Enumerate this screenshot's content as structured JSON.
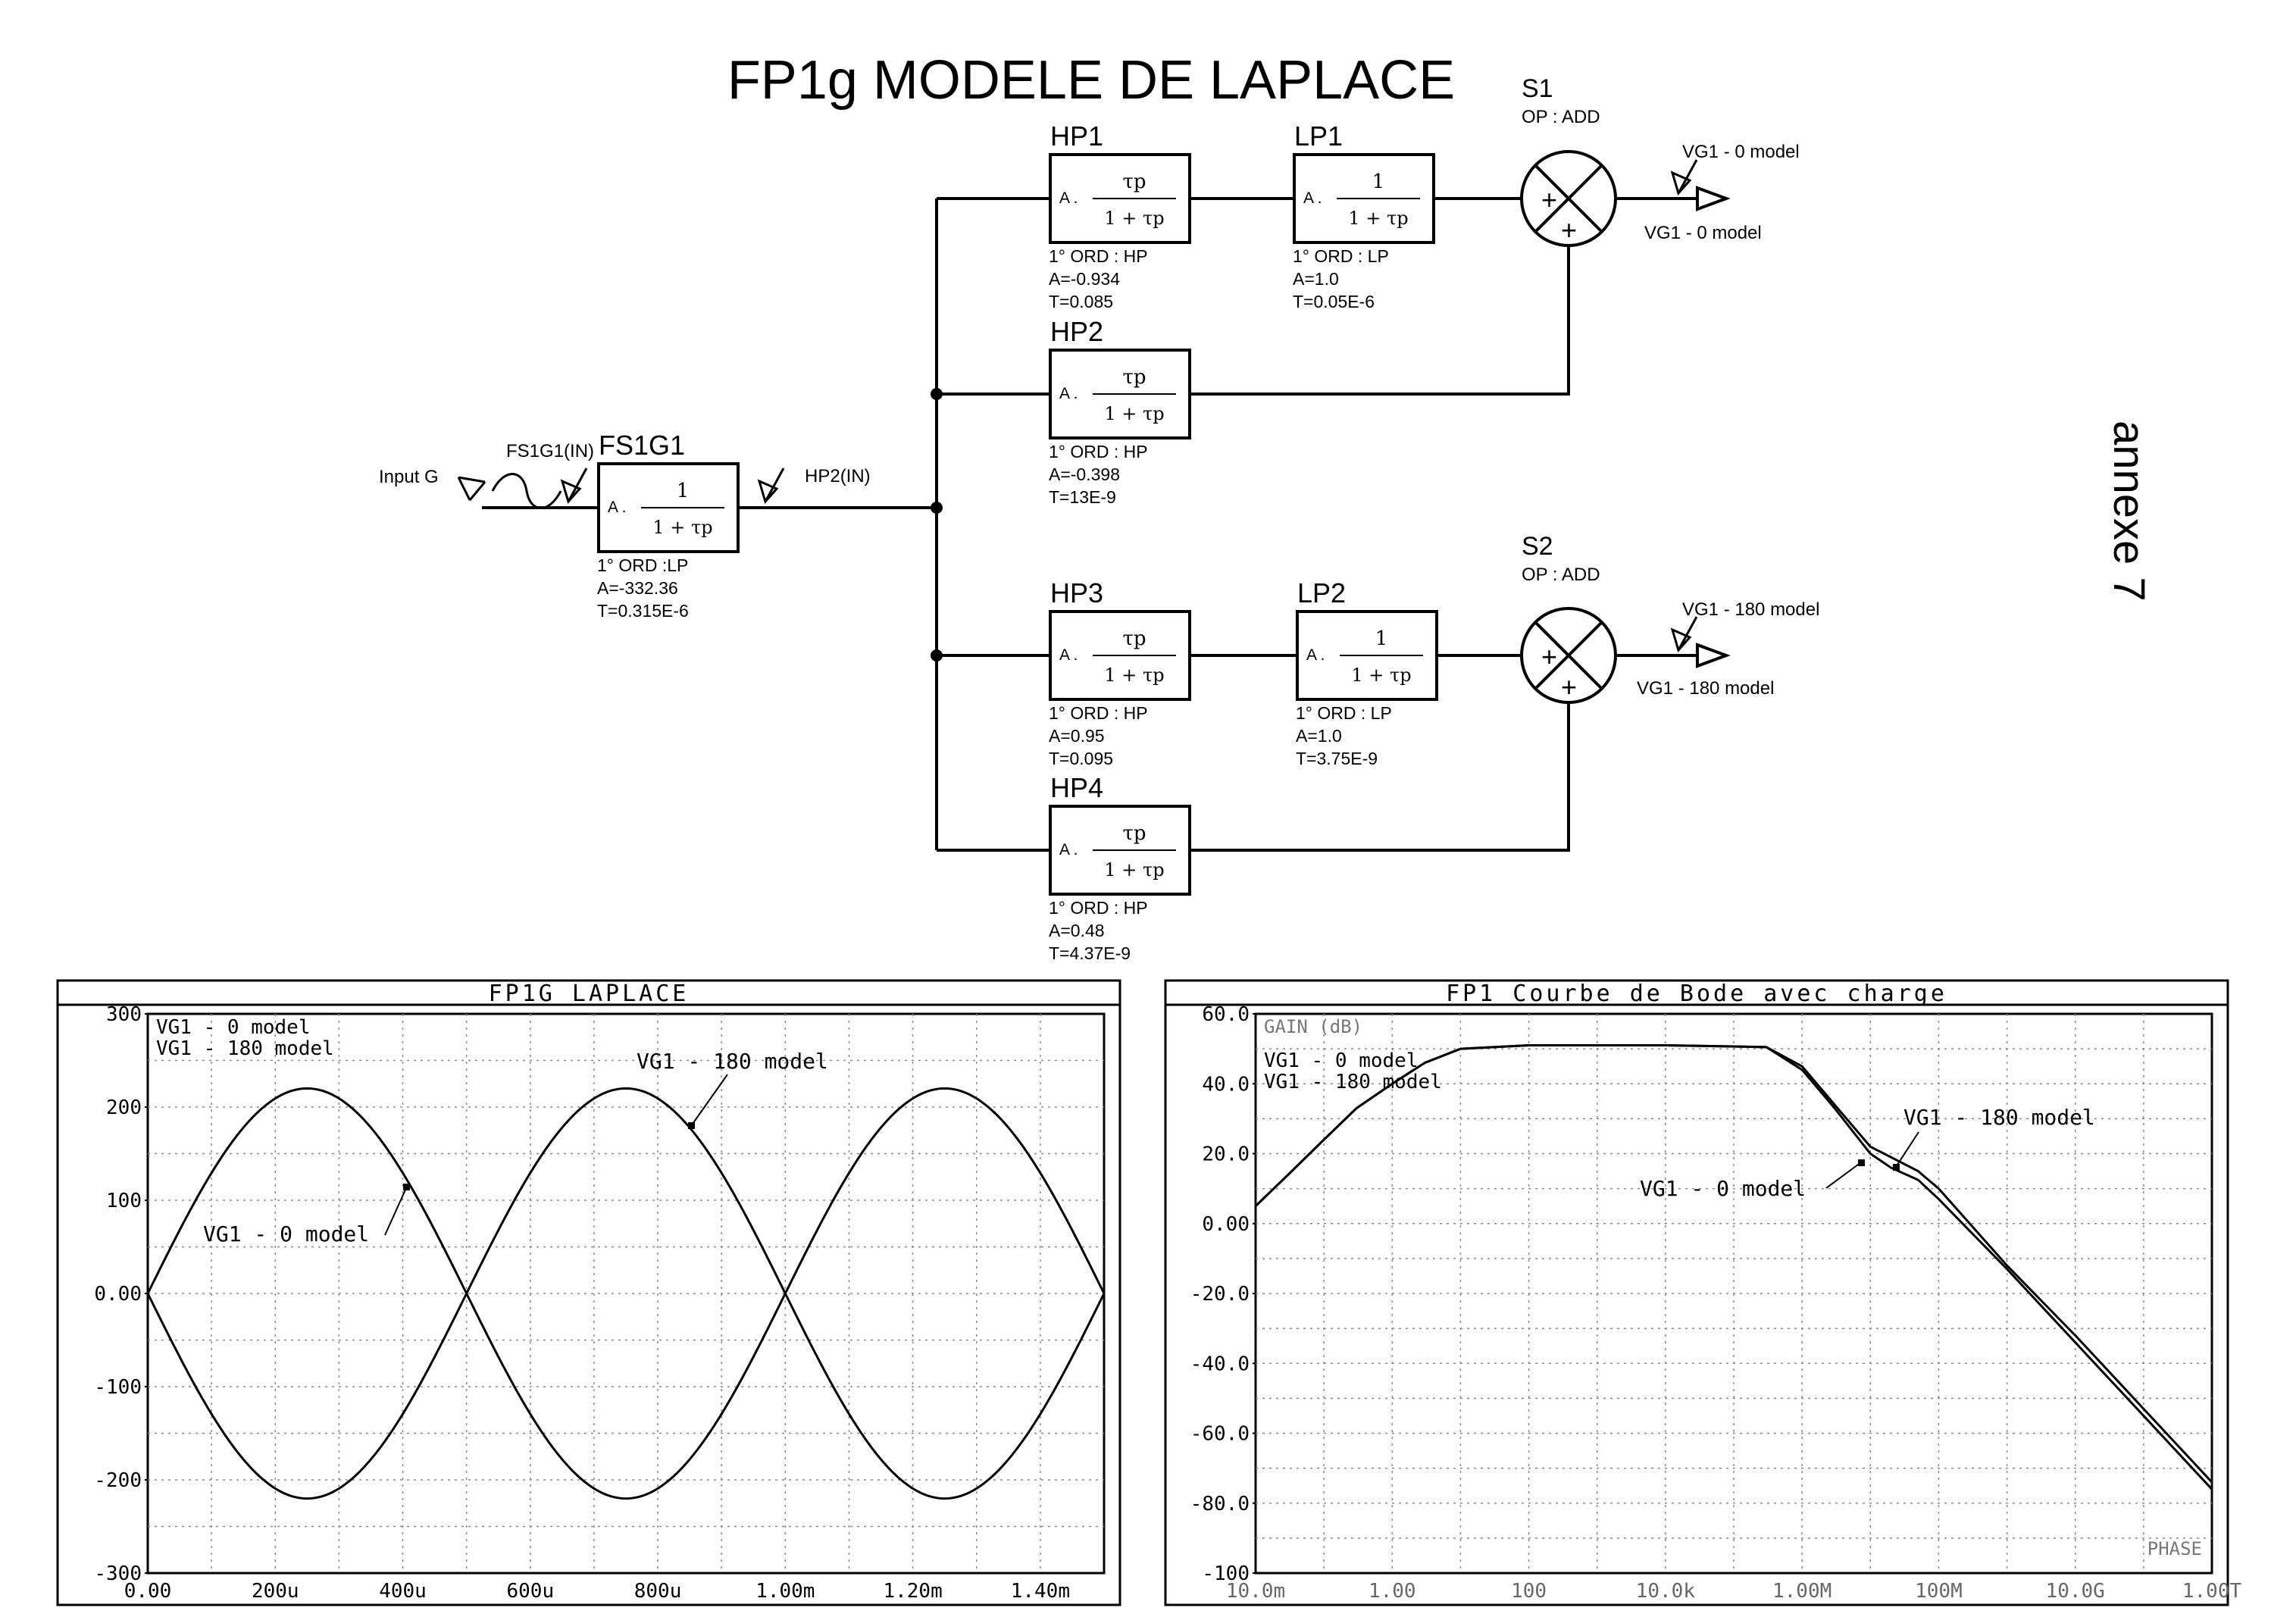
{
  "title": "FP1g MODELE DE LAPLACE",
  "annex": "annexe 7",
  "blocks": {
    "fs1g1": {
      "name": "FS1G1",
      "num": "1",
      "den": "1 + τp",
      "coef": "A .",
      "p1": "1° ORD :LP",
      "p2": "A=-332.36",
      "p3": "T=0.315E-6"
    },
    "hp1": {
      "name": "HP1",
      "num": "τp",
      "den": "1 + τp",
      "coef": "A .",
      "p1": "1° ORD : HP",
      "p2": "A=-0.934",
      "p3": "T=0.085"
    },
    "lp1": {
      "name": "LP1",
      "num": "1",
      "den": "1 + τp",
      "coef": "A .",
      "p1": "1° ORD : LP",
      "p2": "A=1.0",
      "p3": "T=0.05E-6"
    },
    "hp2": {
      "name": "HP2",
      "num": "τp",
      "den": "1 + τp",
      "coef": "A .",
      "p1": "1° ORD : HP",
      "p2": "A=-0.398",
      "p3": "T=13E-9"
    },
    "hp3": {
      "name": "HP3",
      "num": "τp",
      "den": "1 + τp",
      "coef": "A .",
      "p1": "1° ORD : HP",
      "p2": "A=0.95",
      "p3": "T=0.095"
    },
    "lp2": {
      "name": "LP2",
      "num": "1",
      "den": "1 + τp",
      "coef": "A .",
      "p1": "1° ORD : LP",
      "p2": "A=1.0",
      "p3": "T=3.75E-9"
    },
    "hp4": {
      "name": "HP4",
      "num": "τp",
      "den": "1 + τp",
      "coef": "A .",
      "p1": "1° ORD : HP",
      "p2": "A=0.48",
      "p3": "T=4.37E-9"
    }
  },
  "summers": {
    "s1": {
      "name": "S1",
      "op": "OP : ADD",
      "plus": "+"
    },
    "s2": {
      "name": "S2",
      "op": "OP : ADD",
      "plus": "+"
    }
  },
  "labels": {
    "input": "Input G",
    "probe_fs": "FS1G1(IN)",
    "probe_hp2": "HP2(IN)",
    "out1_probe": "VG1 - 0 model",
    "out1": "VG1 - 0 model",
    "out2_probe": "VG1 - 180 model",
    "out2": "VG1 - 180 model"
  },
  "chart_data": [
    {
      "type": "line",
      "title": "FP1G LAPLACE",
      "x_ticks": [
        "0.00",
        "200u",
        "400u",
        "600u",
        "800u",
        "1.00m",
        "1.20m",
        "1.40m"
      ],
      "y_ticks": [
        "300",
        "200",
        "100",
        "0.00",
        "-100",
        "-200",
        "-300"
      ],
      "xlim": [
        0,
        0.0015
      ],
      "ylim": [
        -300,
        300
      ],
      "grid": true,
      "legend": [
        "VG1 - 0 model",
        "VG1 - 180 model"
      ],
      "annotations": [
        "VG1 - 0 model",
        "VG1 - 180 model"
      ],
      "series": [
        {
          "name": "VG1 - 0 model",
          "x": [
            0,
            0.0001,
            0.00025,
            0.0004,
            0.0005,
            0.0006,
            0.00075,
            0.0009,
            0.001,
            0.0011,
            0.00125,
            0.0014,
            0.0015
          ],
          "y": [
            0,
            129,
            220,
            129,
            0,
            -129,
            -220,
            -129,
            0,
            129,
            220,
            129,
            0
          ]
        },
        {
          "name": "VG1 - 180 model",
          "x": [
            0,
            0.0001,
            0.00025,
            0.0004,
            0.0005,
            0.0006,
            0.00075,
            0.0009,
            0.001,
            0.0011,
            0.00125,
            0.0014,
            0.0015
          ],
          "y": [
            0,
            -129,
            -220,
            -129,
            0,
            129,
            220,
            129,
            0,
            -129,
            -220,
            -129,
            0
          ]
        }
      ]
    },
    {
      "type": "line",
      "title": "FP1 Courbe de Bode avec charge",
      "ylabel": "GAIN (dB)",
      "corner_label": "PHASE",
      "x_scale": "log",
      "x_ticks": [
        "10.0m",
        "1.00",
        "100",
        "10.0k",
        "1.00M",
        "100M",
        "10.0G",
        "1.00T"
      ],
      "y_ticks": [
        "60.0",
        "40.0",
        "20.0",
        "0.00",
        "-20.0",
        "-40.0",
        "-60.0",
        "-80.0",
        "-100"
      ],
      "xlim": [
        0.01,
        1000000000000
      ],
      "ylim": [
        -100,
        60
      ],
      "grid": true,
      "legend": [
        "VG1 - 0 model",
        "VG1 - 180 model"
      ],
      "annotations": [
        "VG1 - 0 model",
        "VG1 - 180 model"
      ],
      "series": [
        {
          "name": "VG1 - 0 model",
          "x": [
            0.01,
            0.03,
            0.1,
            0.3,
            1,
            3,
            10,
            100,
            10000,
            300000,
            1000000,
            3000000,
            10000000,
            20000000,
            50000000,
            100000000,
            1000000000,
            10000000000,
            100000000000,
            1000000000000
          ],
          "y": [
            5,
            14,
            24,
            33,
            40,
            46,
            50,
            51,
            51,
            50.5,
            44,
            33,
            20,
            16,
            12.5,
            7,
            -13,
            -34,
            -55,
            -76
          ]
        },
        {
          "name": "VG1 - 180 model",
          "x": [
            0.01,
            0.03,
            0.1,
            0.3,
            1,
            3,
            10,
            100,
            10000,
            300000,
            1000000,
            3000000,
            10000000,
            20000000,
            50000000,
            100000000,
            1000000000,
            10000000000,
            100000000000,
            1000000000000
          ],
          "y": [
            5,
            14,
            24,
            33,
            40,
            46,
            50,
            51,
            51,
            50.5,
            45,
            34,
            22,
            19,
            15,
            10,
            -12,
            -32,
            -53,
            -74
          ]
        }
      ]
    }
  ]
}
